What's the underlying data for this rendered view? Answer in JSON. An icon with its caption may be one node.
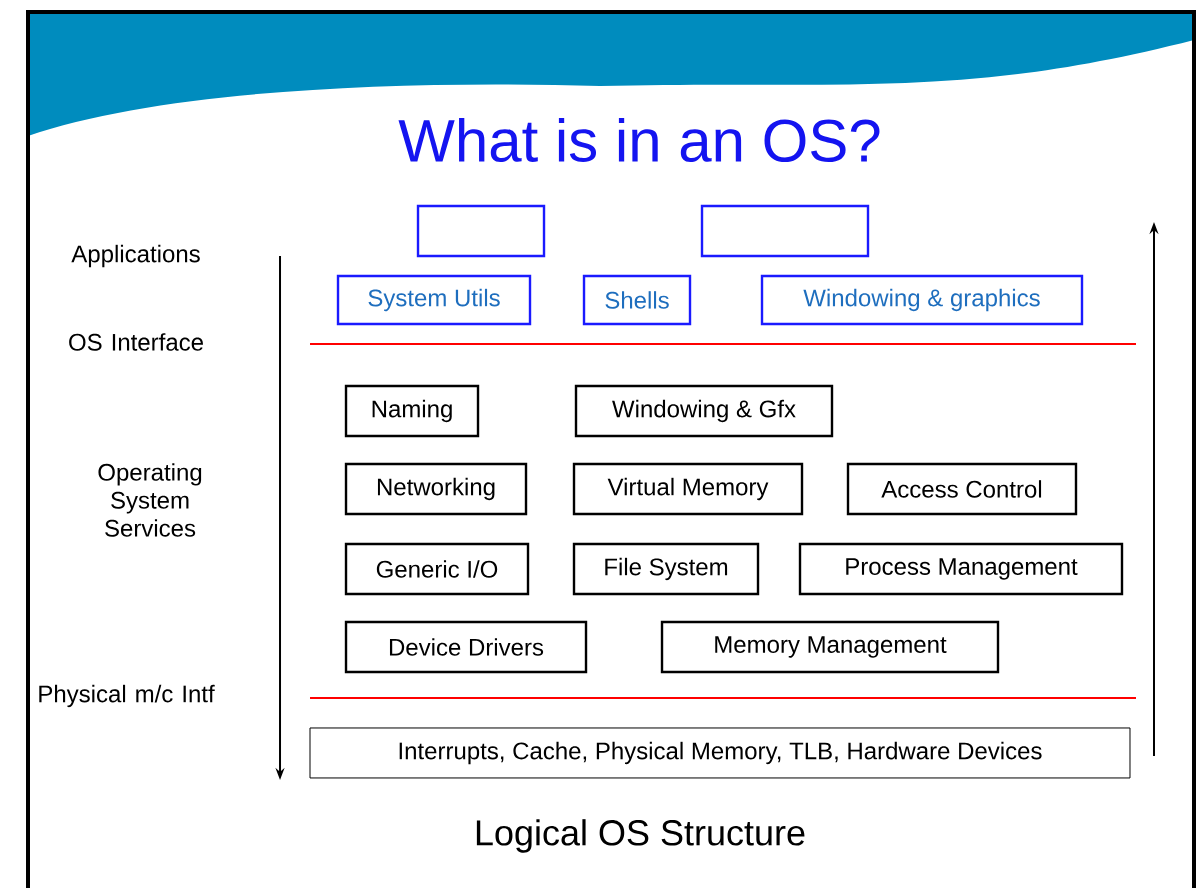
{
  "diagram": {
    "title": "What is in an OS?",
    "caption": "Logical OS Structure",
    "nodes": [
      {
        "text": [],
        "shape": "box"
      },
      {
        "text": [],
        "shape": "box"
      },
      {
        "text": [
          "System Utils"
        ]
      },
      {
        "text": [
          "Shells"
        ]
      },
      {
        "text": [
          "Windowing & graphics"
        ]
      },
      {
        "text": [
          "Naming"
        ]
      },
      {
        "text": [
          "Windowing & Gfx"
        ]
      },
      {
        "text": [
          "Networking"
        ]
      },
      {
        "text": [
          "Virtual Memory"
        ]
      },
      {
        "text": [
          "Access Control"
        ]
      },
      {
        "text": [
          "Generic I/O"
        ]
      },
      {
        "text": [
          "File System"
        ]
      },
      {
        "text": [
          "Process Management"
        ]
      },
      {
        "text": [
          "Device Drivers"
        ]
      },
      {
        "text": [
          "Memory Management"
        ]
      },
      {
        "text": [
          "Interrupts, Cache, Physical Memory, TLB, Hardware Devices"
        ]
      }
    ],
    "labels": [
      "Applications",
      "OS Interface",
      "Operating System Services",
      "Physical m/c Intf"
    ]
  }
}
